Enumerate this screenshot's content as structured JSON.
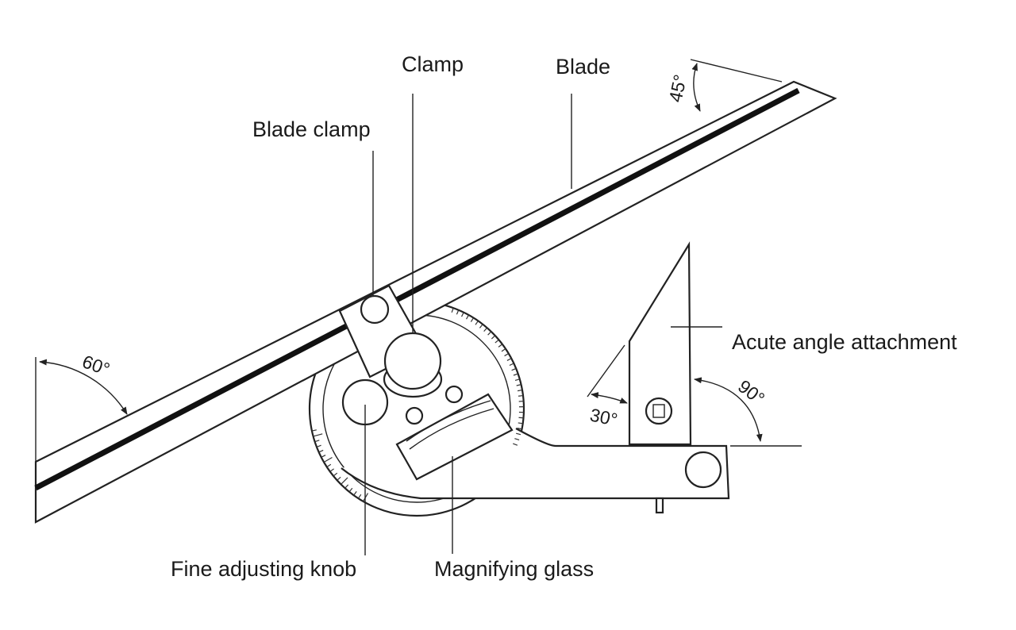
{
  "labels": {
    "clamp": "Clamp",
    "blade": "Blade",
    "blade_clamp": "Blade clamp",
    "acute_angle_attachment": "Acute angle attachment",
    "fine_adjusting_knob": "Fine adjusting knob",
    "magnifying_glass": "Magnifying glass"
  },
  "angles": {
    "a45": "45°",
    "a60": "60°",
    "a90": "90°",
    "a30": "30°"
  }
}
